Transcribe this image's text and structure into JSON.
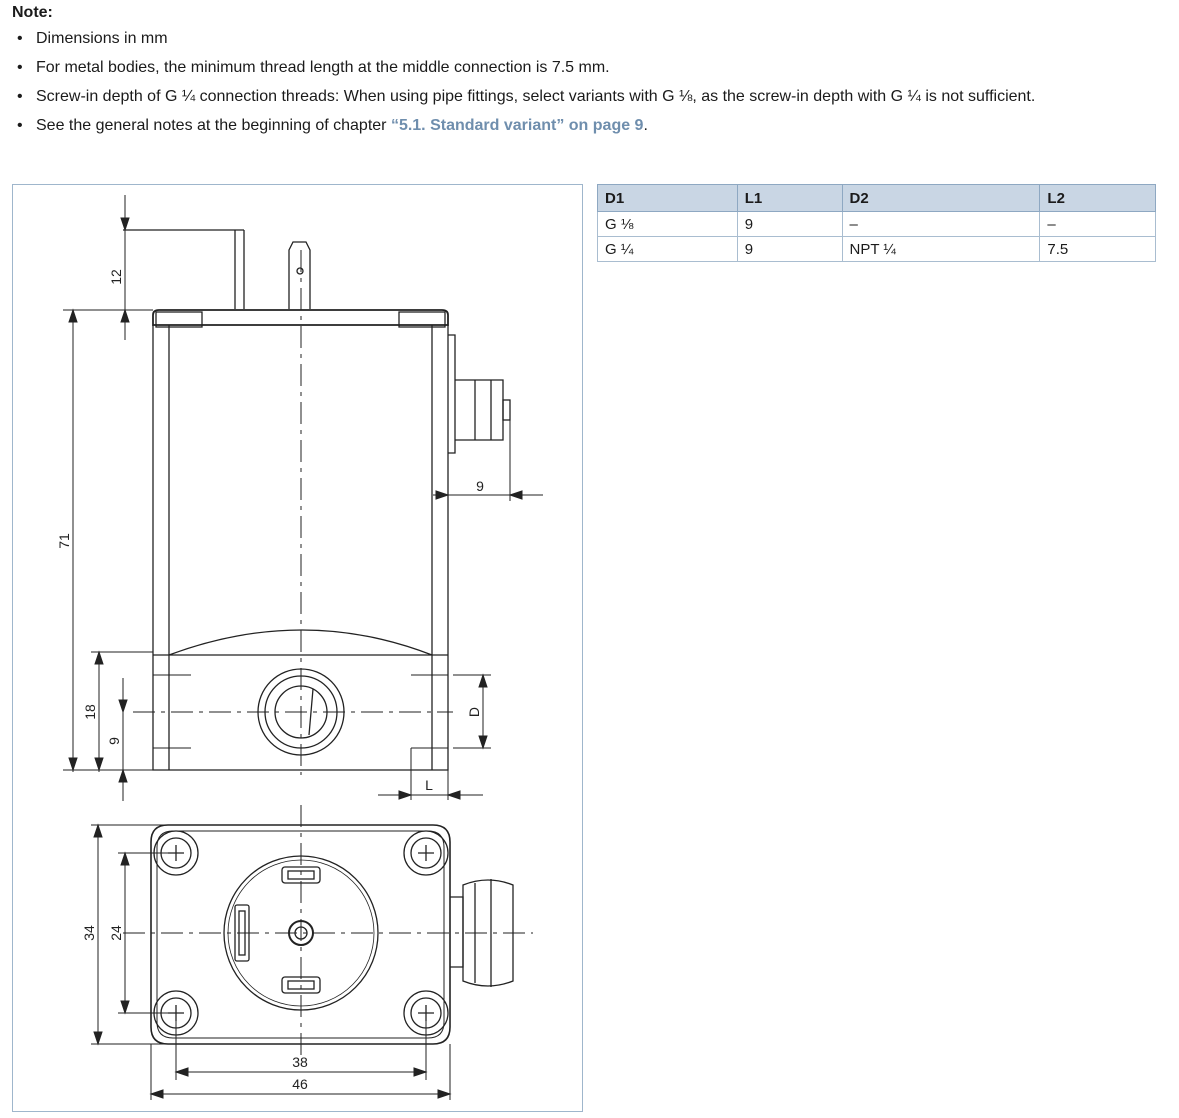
{
  "note": {
    "title": "Note:",
    "items": [
      {
        "text": "Dimensions in mm"
      },
      {
        "text": "For metal bodies, the minimum thread length at the middle connection is 7.5 mm."
      },
      {
        "text": "Screw-in depth of G ¼ connection threads: When using pipe fittings, select variants with G ⅛, as the screw-in depth with G ¼ is not sufficient."
      },
      {
        "text": "See the general notes at the beginning of chapter ",
        "link": "“5.1. Standard variant” on page 9",
        "suffix": "."
      }
    ]
  },
  "table": {
    "headers": [
      "D1",
      "L1",
      "D2",
      "L2"
    ],
    "rows": [
      [
        "G ⅛",
        "9",
        "–",
        "–"
      ],
      [
        "G ¼",
        "9",
        "NPT ¼",
        "7.5"
      ]
    ]
  },
  "drawing": {
    "dim_12": "12",
    "dim_71": "71",
    "dim_9_connector": "9",
    "dim_18": "18",
    "dim_9_port": "9",
    "dim_D": "D",
    "dim_L": "L",
    "dim_34": "34",
    "dim_24": "24",
    "dim_38": "38",
    "dim_46": "46"
  },
  "colors": {
    "border": "#9fb6cc",
    "table_header": "#c9d6e4",
    "link": "#6f8ead"
  }
}
